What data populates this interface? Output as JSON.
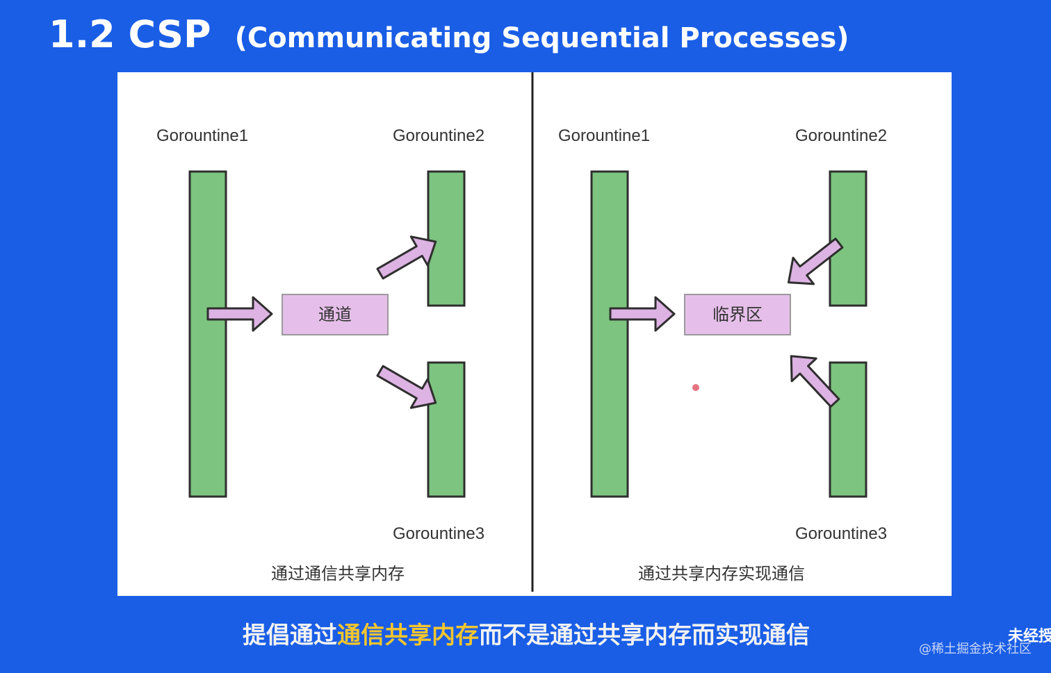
{
  "slide": {
    "title_main": "1.2 CSP",
    "title_sub": "(Communicating Sequential Processes)"
  },
  "left_diagram": {
    "goroutine1": "Gorountine1",
    "goroutine2": "Gorountine2",
    "goroutine3": "Gorountine3",
    "box": "通道",
    "caption": "通过通信共享内存"
  },
  "right_diagram": {
    "goroutine1": "Gorountine1",
    "goroutine2": "Gorountine2",
    "goroutine3": "Gorountine3",
    "box": "临界区",
    "caption": "通过共享内存实现通信"
  },
  "subtitle": {
    "prefix": "提倡通过",
    "highlight": "通信共享内存",
    "suffix": "而不是通过共享内存而实现通信"
  },
  "watermark": "@稀土掘金技术社区",
  "corner_mark": "未经授",
  "colors": {
    "background": "#1a5ee6",
    "goroutine_bar": "#7cc47f",
    "box_fill": "#e5bfe9",
    "arrow_fill": "#ddb3e3",
    "highlight": "#f5c62d"
  }
}
